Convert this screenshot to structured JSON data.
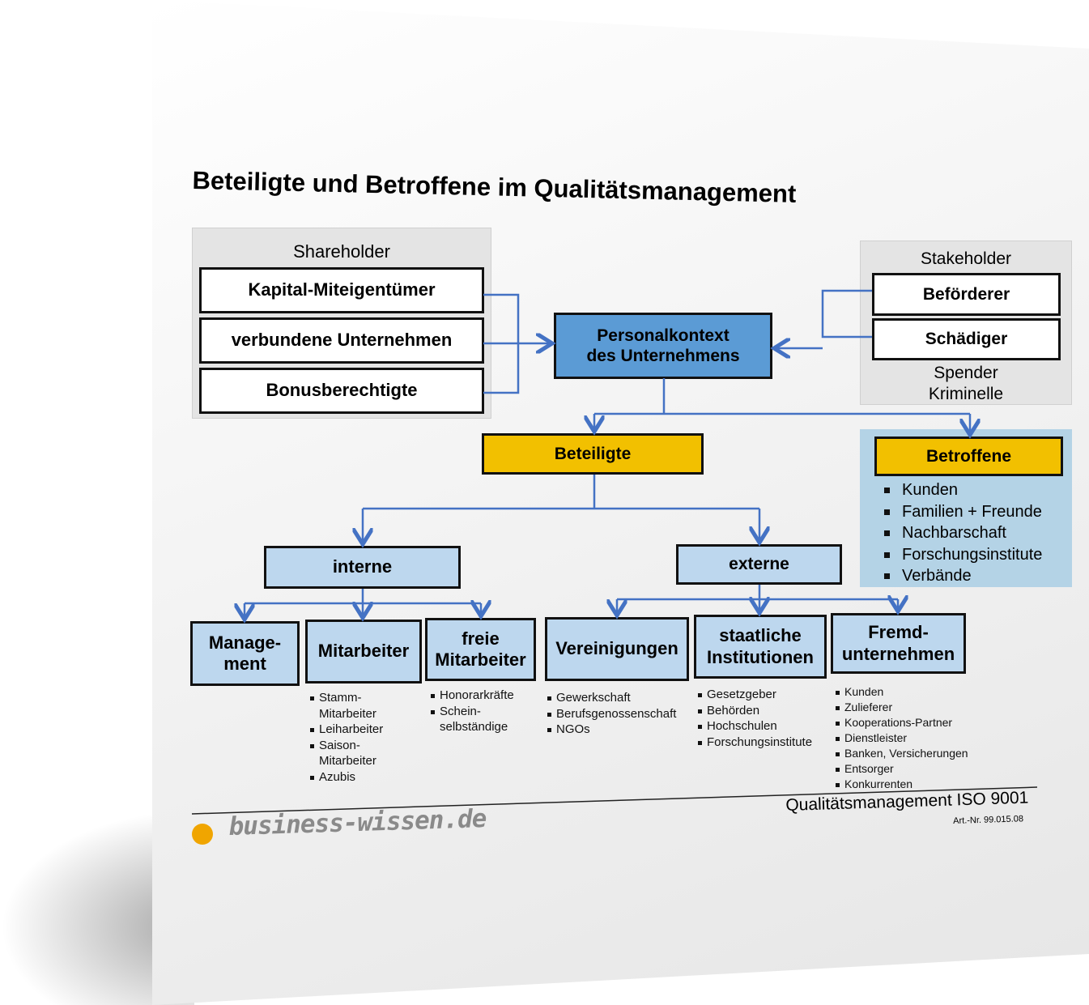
{
  "title": "Beteiligte und Betroffene im Qualitätsmanagement",
  "shareholder": {
    "label": "Shareholder",
    "items": [
      "Kapital-Miteigentümer",
      "verbundene Unternehmen",
      "Bonusberechtigte"
    ]
  },
  "stakeholder": {
    "label": "Stakeholder",
    "boxes": [
      "Beförderer",
      "Schädiger"
    ],
    "extra": [
      "Spender",
      "Kriminelle"
    ]
  },
  "center": {
    "line1": "Personalkontext",
    "line2": "des Unternehmens"
  },
  "beteiligte": "Beteiligte",
  "betroffene": {
    "label": "Betroffene",
    "items": [
      "Kunden",
      "Familien + Freunde",
      "Nachbarschaft",
      "Forschungsinstitute",
      "Verbände"
    ]
  },
  "interne": {
    "label": "interne",
    "children": [
      {
        "l1": "Manage-",
        "l2": "ment",
        "items": []
      },
      {
        "l1": "Mitarbeiter",
        "l2": "",
        "items": [
          "Stamm-\nMitarbeiter",
          "Leiharbeiter",
          "Saison-\nMitarbeiter",
          "Azubis"
        ]
      },
      {
        "l1": "freie",
        "l2": "Mitarbeiter",
        "items": [
          "Honorarkräfte",
          "Schein-\nselbständige"
        ]
      }
    ]
  },
  "externe": {
    "label": "externe",
    "children": [
      {
        "l1": "Vereinigungen",
        "l2": "",
        "items": [
          "Gewerkschaft",
          "Berufsgenossenschaft",
          "NGOs"
        ]
      },
      {
        "l1": "staatliche",
        "l2": "Institutionen",
        "items": [
          "Gesetzgeber",
          "Behörden",
          "Hochschulen",
          "Forschungsinstitute"
        ]
      },
      {
        "l1": "Fremd-",
        "l2": "unternehmen",
        "items": [
          "Kunden",
          "Zulieferer",
          "Kooperations-Partner",
          "Dienstleister",
          "Banken, Versicherungen",
          "Entsorger",
          "Konkurrenten"
        ]
      }
    ]
  },
  "footer": {
    "product": "Qualitätsmanagement ISO 9001",
    "art_nr": "Art.-Nr. 99.015.08",
    "logo": "business-wissen.de"
  },
  "colors": {
    "connector": "#4472c4",
    "center": "#5b9bd5",
    "yellow": "#f2c000",
    "lightblue": "#bdd7ee",
    "logo_dot": "#f0a500"
  }
}
